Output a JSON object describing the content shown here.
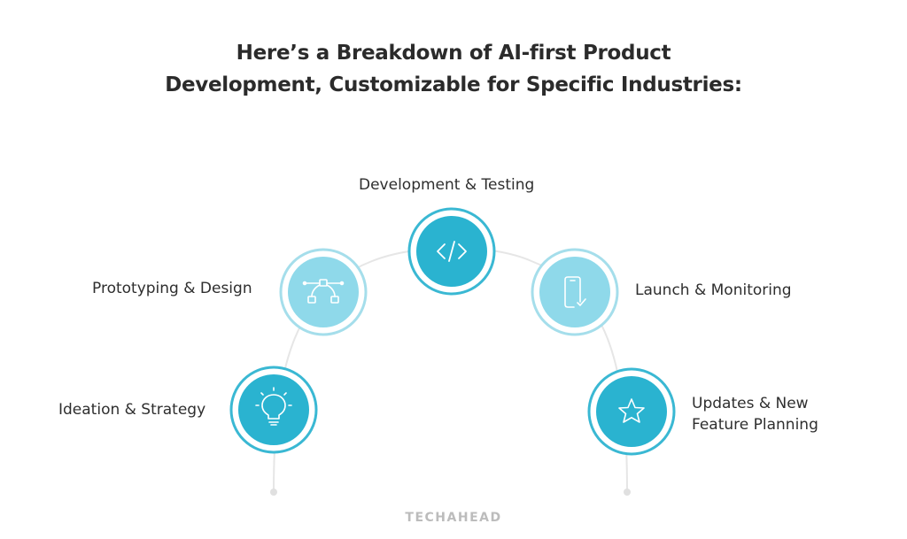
{
  "title": {
    "line1": "Here’s a Breakdown of AI-first Product",
    "line2": "Development, Customizable for Specific Industries:"
  },
  "steps": [
    {
      "label": "Ideation & Strategy",
      "icon": "lightbulb-icon"
    },
    {
      "label": "Prototyping & Design",
      "icon": "vector-path-icon"
    },
    {
      "label": "Development & Testing",
      "icon": "code-brackets-icon"
    },
    {
      "label": "Launch & Monitoring",
      "icon": "mobile-check-icon"
    },
    {
      "label_line1": "Updates & New",
      "label_line2": "Feature Planning",
      "icon": "star-icon"
    }
  ],
  "footer": {
    "logo_text": "TECHAHEAD"
  },
  "colors": {
    "dark_teal": "#2ab3d0",
    "light_teal": "#8fd9ea",
    "ring": "#3ab8d3",
    "ring_light": "#a5deeb",
    "arc": "#e6e6e6"
  }
}
